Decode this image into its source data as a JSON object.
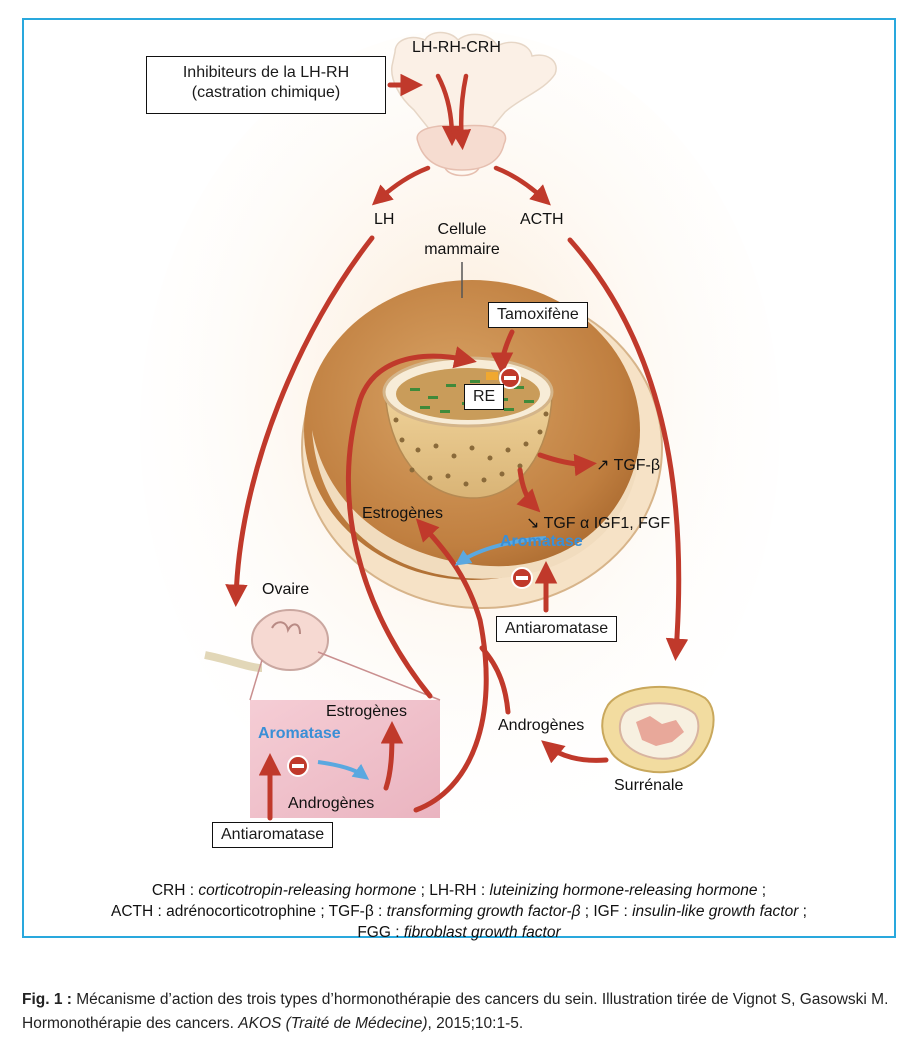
{
  "labels": {
    "lhrh_crh": "LH-RH-CRH",
    "inhibiteurs_line1": "Inhibiteurs de la LH-RH",
    "inhibiteurs_line2": "(castration chimique)",
    "lh": "LH",
    "acth": "ACTH",
    "cellule_line1": "Cellule",
    "cellule_line2": "mammaire",
    "tamoxifene": "Tamoxifène",
    "re": "RE",
    "tgf_beta": "↗ TGF-β",
    "tgf_alpha": "↘ TGF α IGF1, FGF",
    "aromatase_cell": "Aromatase",
    "estrogenes_cell": "Estrogènes",
    "antiaromatase_cell": "Antiaromatase",
    "ovaire": "Ovaire",
    "estrogenes_ovaire": "Estrogènes",
    "aromatase_ovaire": "Aromatase",
    "androgenes_ovaire": "Androgènes",
    "antiaromatase_ovaire": "Antiaromatase",
    "androgenes_surrenale": "Androgènes",
    "surrenale": "Surrénale"
  },
  "glossary": {
    "l1_a": "CRH : ",
    "l1_b": "corticotropin-releasing hormone",
    "l1_c": " ; LH-RH : ",
    "l1_d": "luteinizing hormone-releasing hormone",
    "l1_e": " ;",
    "l2_a": "ACTH : adrénocorticotrophine ; TGF-β : ",
    "l2_b": "transforming growth factor-β",
    "l2_c": " ; IGF : ",
    "l2_d": "insulin-like growth factor",
    "l2_e": " ;",
    "l3_a": "FGG : ",
    "l3_b": "fibroblast growth factor"
  },
  "caption": {
    "fig": "Fig. 1 :",
    "text": " Mécanisme d’action des trois types d’hormonothérapie des cancers du sein. Illustration tirée de Vignot S, Gasowski M. Hormonothérapie des cancers. ",
    "journal": "AKOS (Traité de Médecine)",
    "ref": ", 2015;10:1-5."
  },
  "colors": {
    "frame": "#29a8dd",
    "arrow": "#c0392b",
    "aromatase_text": "#3a8fd6",
    "cell_outer": "#c7894b",
    "ovary_panel": "#f2c6cf"
  }
}
